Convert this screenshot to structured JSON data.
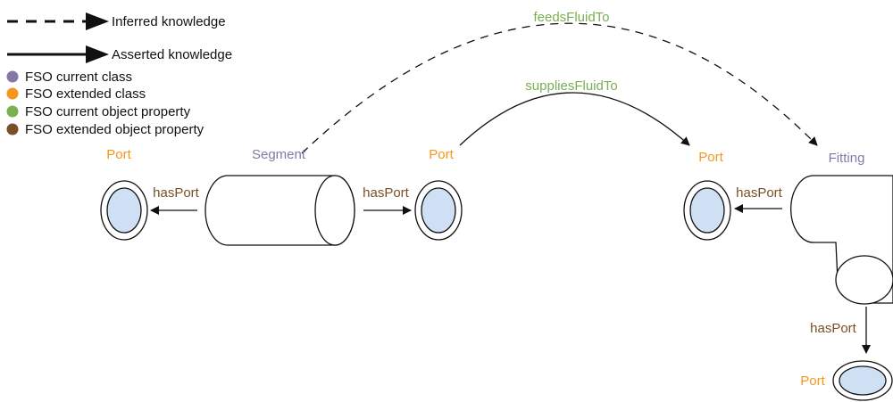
{
  "colors": {
    "current_class": "#8678a6",
    "extended_class": "#f7961e",
    "current_property": "#7aaf52",
    "extended_property": "#7a4f26",
    "port_fill": "#cfe0f5",
    "line": "#111111"
  },
  "legend": {
    "inferred": "Inferred knowledge",
    "asserted": "Asserted knowledge",
    "items": [
      {
        "label": "FSO current class",
        "color": "#8678a6"
      },
      {
        "label": "FSO extended class",
        "color": "#f7961e"
      },
      {
        "label": "FSO current object property",
        "color": "#7aaf52"
      },
      {
        "label": "FSO extended object property",
        "color": "#7a4f26"
      }
    ]
  },
  "nodes": {
    "port_left": "Port",
    "segment": "Segment",
    "port_mid": "Port",
    "port_right": "Port",
    "fitting": "Fitting",
    "port_bottom": "Port"
  },
  "edges": {
    "has_port_1": "hasPort",
    "has_port_2": "hasPort",
    "has_port_3": "hasPort",
    "has_port_4": "hasPort",
    "feeds_fluid_to": "feedsFluidTo",
    "supplies_fluid_to": "suppliesFluidTo"
  }
}
